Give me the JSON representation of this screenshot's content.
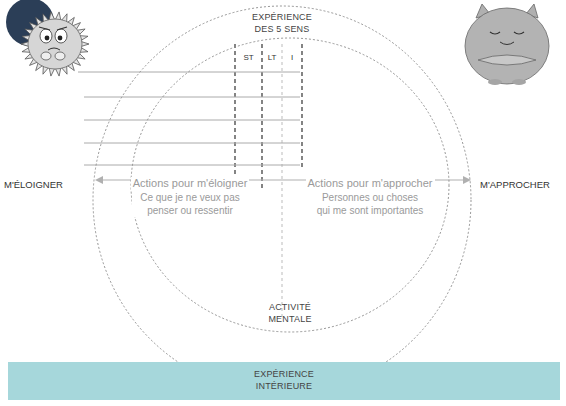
{
  "diagram": {
    "nodes": [
      {
        "text": [
          "EXPÉRIENCE DES 5 SENS"
        ]
      },
      {
        "text": [
          "ACTIVITÉ MENTALE"
        ],
        "in": 0
      },
      {
        "text": [
          "EXPÉRIENCE INTÉRIEURE"
        ]
      }
    ],
    "labels": [
      "ST",
      "LT",
      "I",
      "M'ÉLOIGNER",
      "M'APPROCHER",
      "Actions pour m'éloigner",
      "Actions pour m'approcher",
      "Ce que je ne veux pas penser ou ressentir",
      "Personnes ou choses qui me sont importantes"
    ]
  }
}
